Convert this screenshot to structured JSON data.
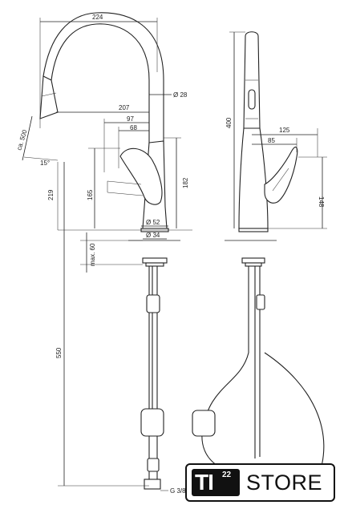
{
  "drawing": {
    "side_view": {
      "dim_width_top": "224",
      "dim_reach": "207",
      "dim_spout_dia": "Ø 28",
      "dim_lever_97": "97",
      "dim_lever_68": "68",
      "dim_hose_extension": "ca. 500",
      "dim_angle": "15°",
      "dim_total_height": "219",
      "dim_lever_height_165": "165",
      "dim_lever_height_182": "182",
      "dim_base_dia": "Ø 52",
      "dim_hole_dia": "Ø 34",
      "dim_max_thickness": "max. 60",
      "dim_hose_length": "550",
      "dim_connection": "G 3/8"
    },
    "front_view": {
      "dim_height_400": "400",
      "dim_125": "125",
      "dim_85": "85",
      "dim_148": "148"
    }
  },
  "logo": {
    "brand_main": "TI",
    "brand_sup": "22",
    "brand_store": "STORE"
  },
  "colors": {
    "line": "#222222",
    "background": "#ffffff",
    "logo_dark": "#111111"
  }
}
